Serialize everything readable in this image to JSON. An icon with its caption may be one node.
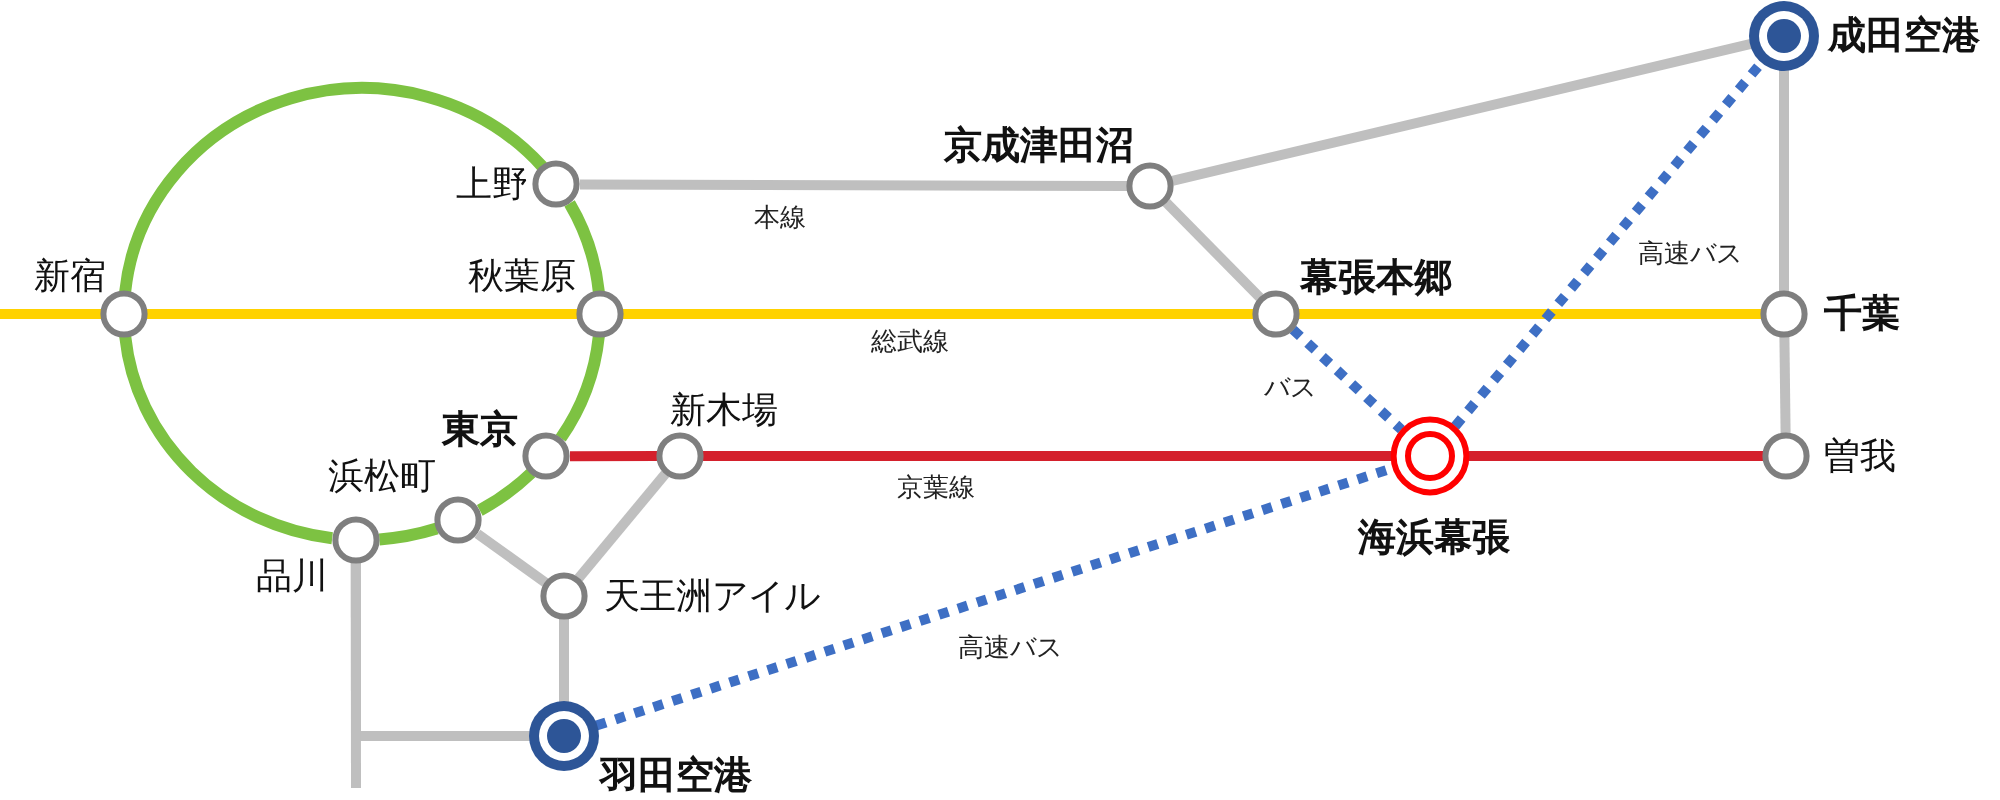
{
  "diagram": {
    "nodes": [
      {
        "text": [
          "成田空港"
        ]
      },
      {
        "text": [
          "上野"
        ]
      },
      {
        "text": [
          "京成津田沼"
        ]
      },
      {
        "text": [
          "新宿"
        ]
      },
      {
        "text": [
          "秋葉原"
        ]
      },
      {
        "text": [
          "幕張本郷"
        ]
      },
      {
        "text": [
          "千葉"
        ]
      },
      {
        "text": [
          "東京"
        ]
      },
      {
        "text": [
          "新木場"
        ]
      },
      {
        "text": [
          "海浜幕張"
        ]
      },
      {
        "text": [
          "曽我"
        ]
      },
      {
        "text": [
          "浜松町"
        ]
      },
      {
        "text": [
          "品川"
        ]
      },
      {
        "text": [
          "天王洲アイル"
        ]
      },
      {
        "text": [
          "羽田空港"
        ]
      }
    ],
    "edges": [
      {
        "from": 3,
        "to": 1,
        "arrow": "none",
        "color": "#7dc242"
      },
      {
        "from": 1,
        "to": 4,
        "arrow": "none",
        "color": "#7dc242"
      },
      {
        "from": 4,
        "to": 7,
        "arrow": "none",
        "color": "#7dc242"
      },
      {
        "from": 7,
        "to": 11,
        "arrow": "none",
        "color": "#7dc242"
      },
      {
        "from": 11,
        "to": 12,
        "arrow": "none",
        "color": "#7dc242"
      },
      {
        "from": 12,
        "to": 3,
        "arrow": "none",
        "color": "#7dc242"
      },
      {
        "from": null,
        "to": 3,
        "arrow": "none",
        "color": "#ffd200"
      },
      {
        "from": 3,
        "to": 4,
        "arrow": "none",
        "color": "#ffd200"
      },
      {
        "from": 4,
        "to": 5,
        "arrow": "none",
        "label": "総武線",
        "color": "#ffd200"
      },
      {
        "from": 5,
        "to": 6,
        "arrow": "none",
        "color": "#ffd200"
      },
      {
        "from": 1,
        "to": 2,
        "arrow": "none",
        "label": "本線"
      },
      {
        "from": 2,
        "to": 0,
        "arrow": "none"
      },
      {
        "from": 2,
        "to": 5,
        "arrow": "none"
      },
      {
        "from": 0,
        "to": 6,
        "arrow": "none"
      },
      {
        "from": 6,
        "to": 10,
        "arrow": "none"
      },
      {
        "from": 7,
        "to": 8,
        "arrow": "none",
        "color": "#d4202c"
      },
      {
        "from": 8,
        "to": 9,
        "arrow": "none",
        "label": "京葉線",
        "color": "#d4202c"
      },
      {
        "from": 9,
        "to": 10,
        "arrow": "none",
        "color": "#d4202c"
      },
      {
        "from": 11,
        "to": 13,
        "arrow": "none"
      },
      {
        "from": 8,
        "to": 13,
        "arrow": "none"
      },
      {
        "from": 13,
        "to": 14,
        "arrow": "none"
      },
      {
        "from": 12,
        "to": 14,
        "arrow": "none"
      },
      {
        "from": 12,
        "to": null,
        "arrow": "none"
      },
      {
        "from": 5,
        "to": 9,
        "arrow": "none",
        "label": "バス",
        "style": "dashed",
        "color": "#3e6fc4"
      },
      {
        "from": 9,
        "to": 0,
        "arrow": "none",
        "label": "高速バス",
        "style": "dashed",
        "color": "#3e6fc4"
      },
      {
        "from": 14,
        "to": 9,
        "arrow": "none",
        "label": "高速バス",
        "style": "dashed",
        "color": "#3e6fc4"
      }
    ]
  }
}
